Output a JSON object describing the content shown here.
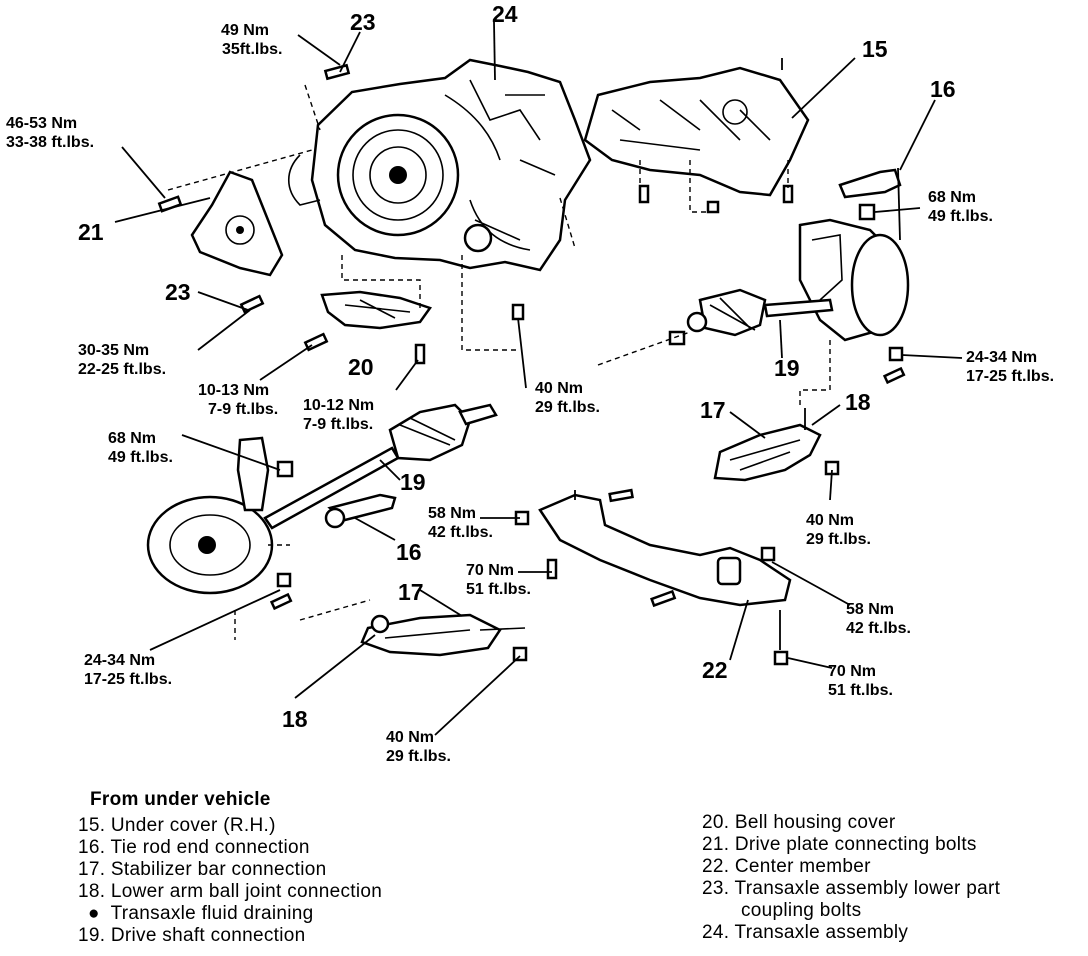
{
  "callouts": {
    "c15": "15",
    "c16a": "16",
    "c16b": "16",
    "c17a": "17",
    "c17b": "17",
    "c18a": "18",
    "c18b": "18",
    "c19a": "19",
    "c19b": "19",
    "c20": "20",
    "c21": "21",
    "c22": "22",
    "c23a": "23",
    "c23b": "23",
    "c24": "24"
  },
  "torques": {
    "t1": [
      "49 Nm",
      "35ft.lbs."
    ],
    "t2": [
      "46-53 Nm",
      "33-38 ft.lbs."
    ],
    "t3": [
      "68 Nm",
      "49 ft.lbs."
    ],
    "t4": [
      "30-35 Nm",
      "22-25 ft.lbs."
    ],
    "t5": [
      "10-13 Nm",
      "7-9 ft.lbs."
    ],
    "t6": [
      "10-12 Nm",
      "7-9 ft.lbs."
    ],
    "t7": [
      "40 Nm",
      "29 ft.lbs."
    ],
    "t8": [
      "24-34 Nm",
      "17-25 ft.lbs."
    ],
    "t9": [
      "68 Nm",
      "49 ft.lbs."
    ],
    "t10": [
      "40 Nm",
      "29 ft.lbs."
    ],
    "t11": [
      "58 Nm",
      "42 ft.lbs."
    ],
    "t12": [
      "70 Nm",
      "51 ft.lbs."
    ],
    "t13": [
      "58 Nm",
      "42 ft.lbs."
    ],
    "t14": [
      "70 Nm",
      "51 ft.lbs."
    ],
    "t15": [
      "24-34 Nm",
      "17-25 ft.lbs."
    ],
    "t16": [
      "40 Nm",
      "29 ft.lbs."
    ]
  },
  "legend": {
    "heading": "From under vehicle",
    "left": [
      "15. Under cover (R.H.)",
      "16. Tie rod end connection",
      "17. Stabilizer bar connection",
      "18. Lower arm ball joint connection",
      "●  Transaxle fluid draining",
      "19. Drive shaft connection"
    ],
    "right": [
      "20. Bell housing cover",
      "21. Drive plate connecting bolts",
      "22. Center member",
      "23. Transaxle assembly lower part",
      "coupling bolts",
      "24. Transaxle assembly"
    ]
  }
}
